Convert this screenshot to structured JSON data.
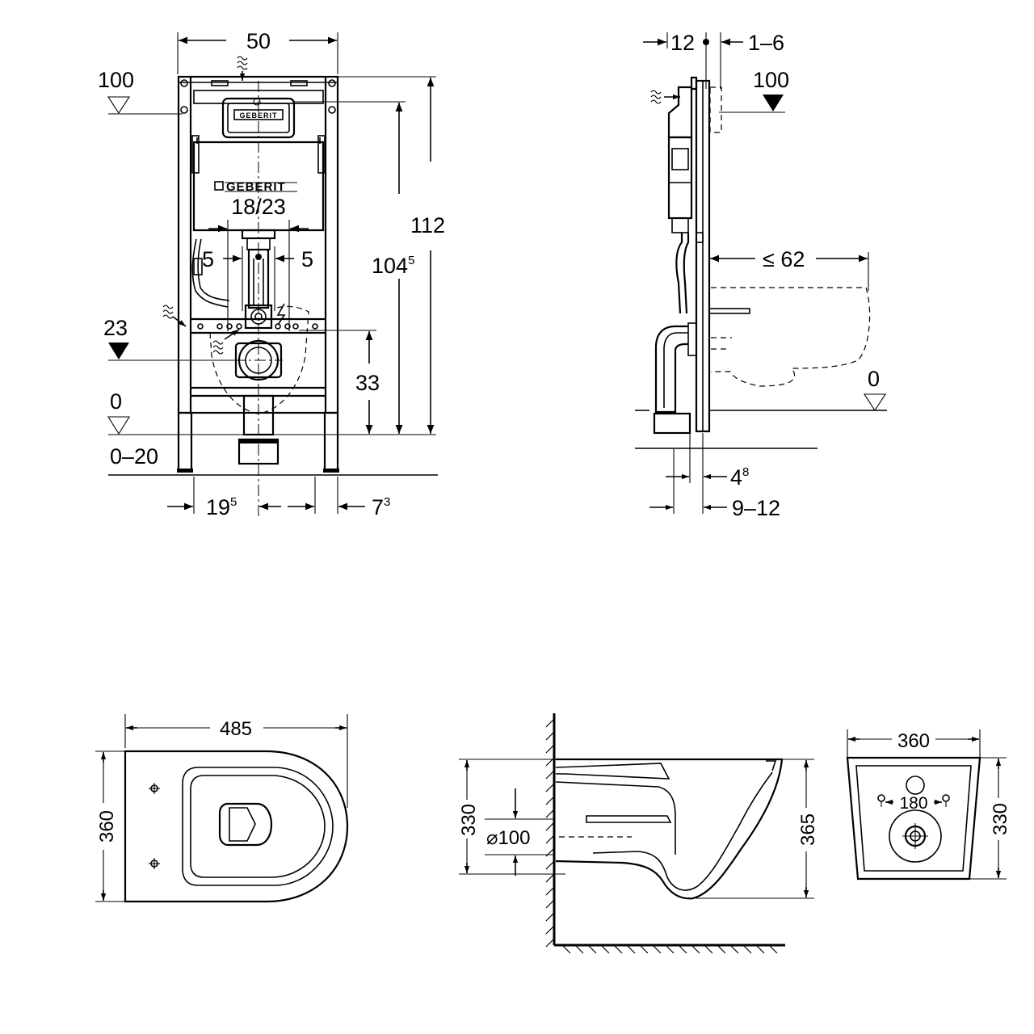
{
  "brand": "GEBERIT",
  "front_view": {
    "width": "50",
    "height_total": "112",
    "height_flush": "104",
    "height_flush_sup": "5",
    "drain_height": "33",
    "water_range": "18/23",
    "side_left": "5",
    "side_right": "5",
    "level_top": "100",
    "level_water": "23",
    "level_floor": "0",
    "floor_range": "0–20",
    "offset_left": "19",
    "offset_left_sup": "5",
    "offset_right": "7",
    "offset_right_sup": "3"
  },
  "side_view": {
    "depth_top": "12",
    "depth_range": "1–6",
    "level_top": "100",
    "bowl_projection": "≤ 62",
    "level_floor": "0",
    "pipe_offset": "4",
    "pipe_offset_sup": "8",
    "wall_range": "9–12"
  },
  "bowl_top": {
    "length": "485",
    "width": "360"
  },
  "bowl_section": {
    "height_outlet": "330",
    "outlet_diameter": "⌀100",
    "height_total": "365"
  },
  "bowl_back": {
    "width": "360",
    "bolt_spacing": "180",
    "height": "330"
  }
}
